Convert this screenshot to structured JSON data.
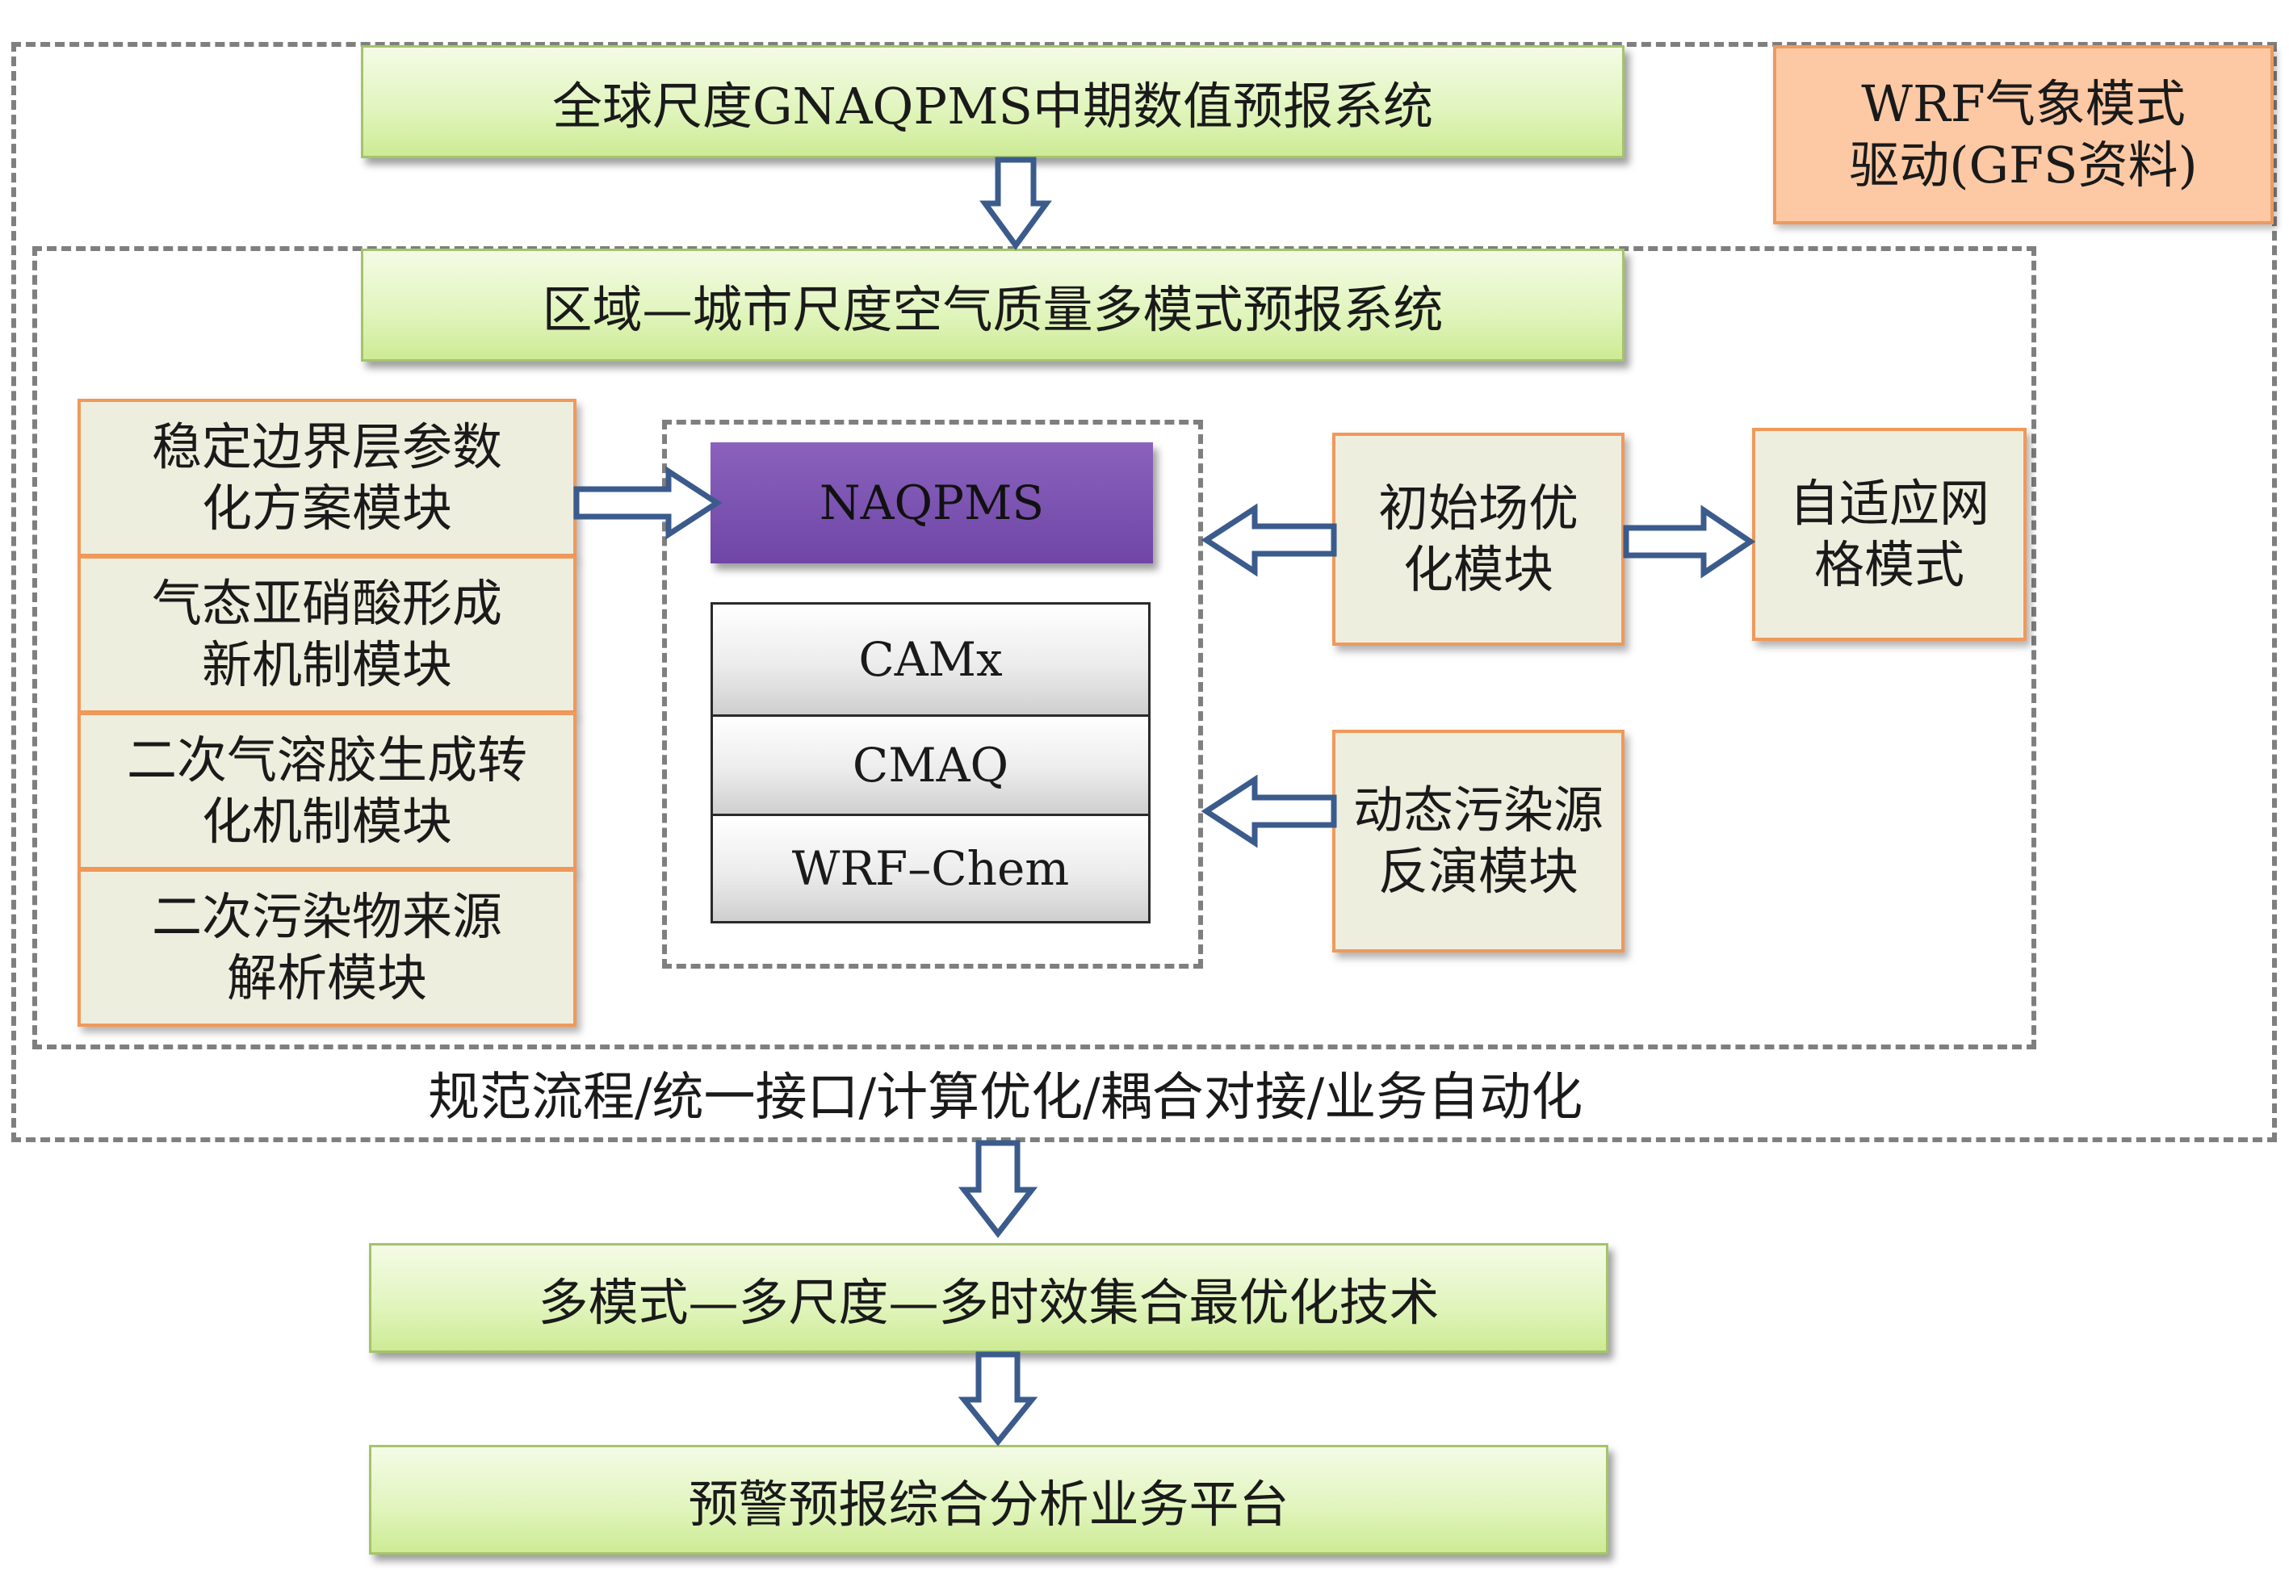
{
  "top_box": "全球尺度GNAQPMS中期数值预报系统",
  "wrf_box": [
    "WRF气象模式",
    "驱动(GFS资料)"
  ],
  "regional_box": "区域—城市尺度空气质量多模式预报系统",
  "left_modules": [
    [
      "稳定边界层参数",
      "化方案模块"
    ],
    [
      "气态亚硝酸形成",
      "新机制模块"
    ],
    [
      "二次气溶胶生成转",
      "化机制模块"
    ],
    [
      "二次污染物来源",
      "解析模块"
    ]
  ],
  "models": {
    "naqpms": "NAQPMS",
    "camx": "CAMx",
    "cmaq": "CMAQ",
    "wrf_chem": "WRF–Chem"
  },
  "right_modules": {
    "init_opt": [
      "初始场优",
      "化模块"
    ],
    "adaptive": [
      "自适应网",
      "格模式"
    ],
    "dynamic": [
      "动态污染源",
      "反演模块"
    ]
  },
  "caption": "规范流程/统一接口/计算优化/耦合对接/业务自动化",
  "ensemble_box": "多模式—多尺度—多时效集合最优化技术",
  "platform_box": "预警预报综合分析业务平台",
  "colors": {
    "arrow_stroke": "#3b5b8c",
    "green_fill": "#e2f5bf",
    "beige_fill": "#eeeede",
    "beige_border": "#f0995a",
    "orange_fill": "#fcc9a4",
    "purple_fill": "#7a52b3",
    "dashed_border": "#7f7f7f"
  }
}
